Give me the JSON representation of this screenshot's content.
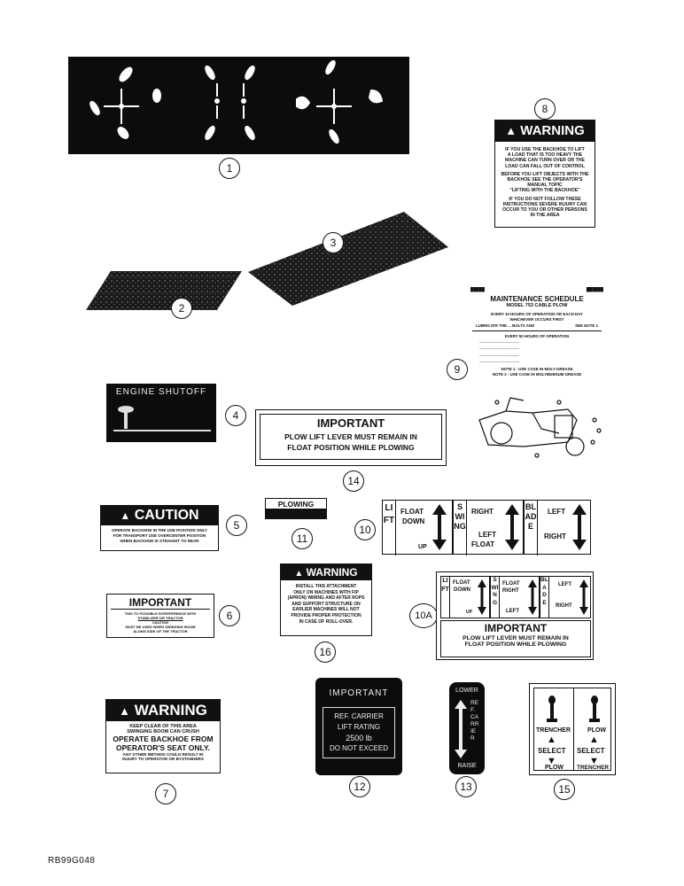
{
  "callouts": {
    "c1": "1",
    "c2": "2",
    "c3": "3",
    "c4": "4",
    "c5": "5",
    "c6": "6",
    "c7": "7",
    "c8": "8",
    "c9": "9",
    "c10": "10",
    "c10a": "10A",
    "c11": "11",
    "c12": "12",
    "c13": "13",
    "c14": "14",
    "c15": "15",
    "c16": "16"
  },
  "decal_4": {
    "title": "ENGINE SHUTOFF"
  },
  "decal_5": {
    "header": "CAUTION",
    "line1": "OPERATE BACKHOE IN THE USE POSITION ONLY",
    "line2": "FOR TRANSPORT USE OVERCENTER POSITION",
    "line3": "WHEN BACKHOE IS STRAIGHT TO REAR"
  },
  "decal_6": {
    "header": "IMPORTANT",
    "line1": "THIS TO POSSIBLE INTERFERENCE WITH",
    "line2": "STABILIZER OR TRACTOR",
    "line3": "CAUTION",
    "line4": "MUST BE USED WHEN SWINGING BOOM",
    "line5": "ALONG SIDE OF THE TRACTOR"
  },
  "decal_7": {
    "header": "WARNING",
    "line1": "KEEP CLEAR OF THIS AREA",
    "line2": "SWINGING BOOM CAN CRUSH",
    "line3": "OPERATE BACKHOE FROM",
    "line4": "OPERATOR'S SEAT ONLY.",
    "line5": "ANY OTHER METHOD COULD RESULT IN",
    "line6": "INJURY TO OPERATOR OR BYSTANDERS"
  },
  "decal_8": {
    "header": "WARNING",
    "line1": "IF YOU USE THE BACKHOE TO LIFT",
    "line2": "A LOAD THAT IS TOO HEAVY THE",
    "line3": "MACHINE CAN TURN OVER OR THE",
    "line4": "LOAD CAN FALL OUT OF CONTROL",
    "line5": "BEFORE YOU LIFT OBJECTS WITH THE",
    "line6": "BACKHOE SEE THE OPERATOR'S",
    "line7": "MANUAL TOPIC",
    "line8": "\"LIFTING WITH THE BACKHOE\"",
    "line9": "IF YOU DO NOT FOLLOW THESE",
    "line10": "INSTRUCTIONS SEVERE INJURY CAN",
    "line11": "OCCUR TO YOU OR OTHER PERSONS",
    "line12": "IN THE AREA"
  },
  "decal_9": {
    "title": "MAINTENANCE SCHEDULE",
    "subtitle": "MODEL 753 CABLE PLOW",
    "sec1": "EVERY 10 HOURS OF OPERATION OR EACH DAY",
    "sec1b": "WHICHEVER OCCURS FIRST",
    "sec1_item": "LUBRICATE THE ... BOLTS AND",
    "sec1_note": "SEE NOTE 1",
    "sec2": "EVERY 50 HOURS OF OPERATION",
    "note1": "NOTE 1 - USE CASE IH MOLY-GREASE",
    "note2": "NOTE 2 - USE CASE IH MOLYBDENUM GREASE"
  },
  "decal_10": {
    "lift": "LIFT",
    "float": "FLOAT",
    "down": "DOWN",
    "up": "UP",
    "swing": "SWING",
    "right": "RIGHT",
    "left": "LEFT",
    "float2": "FLOAT",
    "blade": "BLADE",
    "left2": "LEFT",
    "right2": "RIGHT"
  },
  "decal_10a": {
    "lift": "LIFT",
    "float": "FLOAT",
    "down": "DOWN",
    "up": "UP",
    "swing": "SWING",
    "float_right": "FLOAT RIGHT",
    "left": "LEFT",
    "blade": "BLADE",
    "left2": "LEFT",
    "right2": "RIGHT",
    "header": "IMPORTANT",
    "line1": "PLOW LIFT LEVER MUST REMAIN IN",
    "line2": "FLOAT POSITION WHILE PLOWING"
  },
  "decal_11": {
    "label": "PLOWING"
  },
  "decal_12": {
    "header": "IMPORTANT",
    "line1": "REF. CARRIER",
    "line2": "LIFT RATING",
    "line3": "2500 lb",
    "line4": "DO NOT EXCEED"
  },
  "decal_13": {
    "top": "LOWER",
    "mid": "REF. CARRIER",
    "bottom": "RAISE"
  },
  "decal_14": {
    "header": "IMPORTANT",
    "line1": "PLOW LIFT LEVER MUST REMAIN IN",
    "line2": "FLOAT POSITION WHILE PLOWING"
  },
  "decal_15": {
    "trencher": "TRENCHER",
    "plow": "PLOW",
    "select1": "SELECT",
    "select2": "SELECT",
    "plow2": "PLOW",
    "trencher2": "TRENCHER"
  },
  "decal_16": {
    "header": "WARNING",
    "line1": "INSTALL THIS ATTACHMENT",
    "line2": "ONLY ON MACHINES WITH FIP",
    "line3": "(APRON) WIRING AND AFTER ROPS",
    "line4": "AND SUPPORT STRUCTURE ON",
    "line5": "EARLIER MACHINES WILL NOT",
    "line6": "PROVIDE PROPER PROTECTION",
    "line7": "IN CASE OF ROLL-OVER."
  },
  "figure_code": "RB99G048"
}
